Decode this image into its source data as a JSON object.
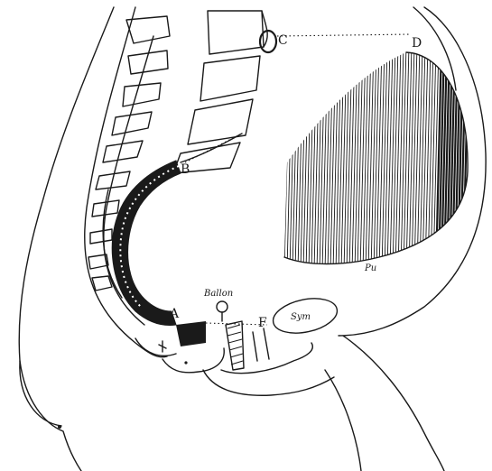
{
  "figure": {
    "labels": {
      "c": "C",
      "d": "D",
      "b": "B",
      "a": "A",
      "f": "F",
      "balloon": "Ballon",
      "sym": "Sym",
      "pubis": "Pu"
    },
    "colors": {
      "ink": "#1a1a1a",
      "paper": "#ffffff"
    }
  }
}
